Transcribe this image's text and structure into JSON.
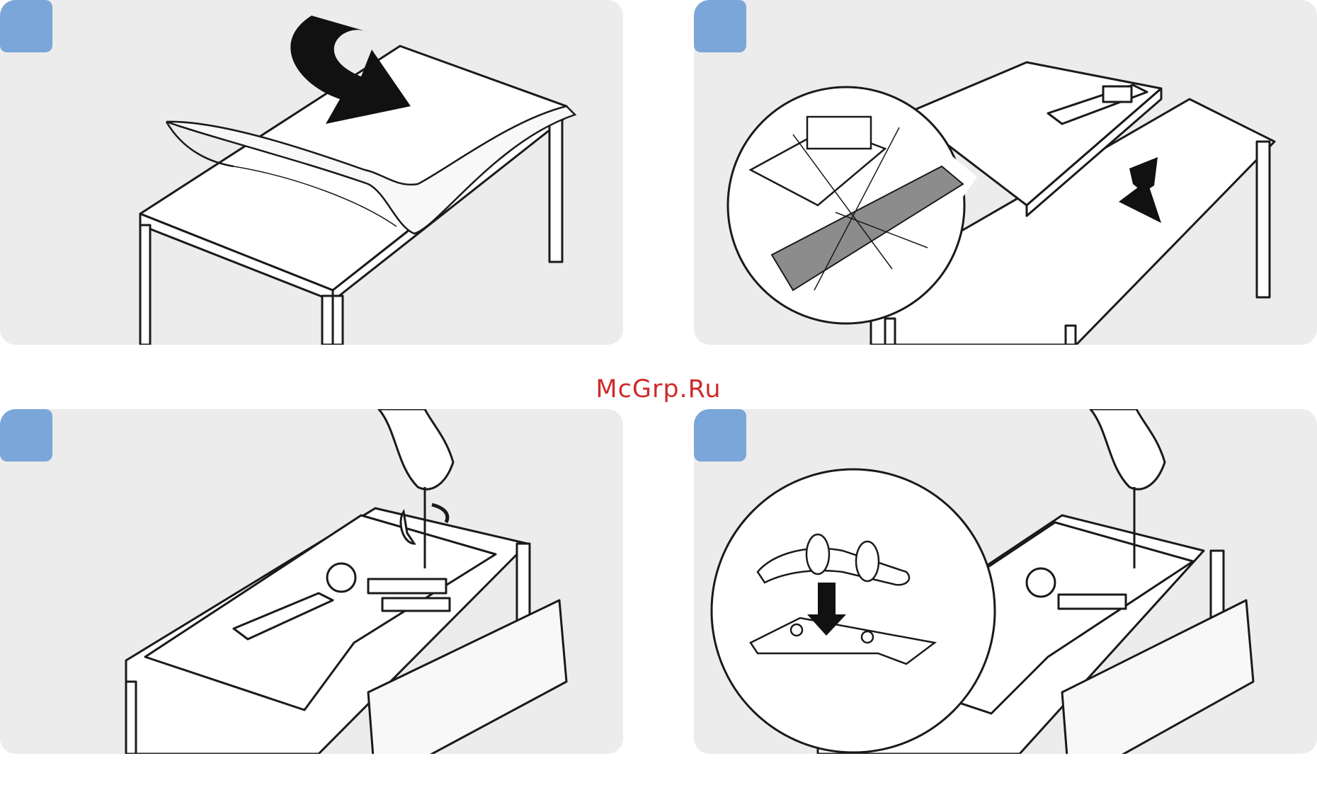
{
  "watermark": {
    "text": "McGrp.Ru"
  },
  "panels": [
    {
      "id": "step-1",
      "badge_color": "#7aa6da",
      "icon": "table-with-protective-sheet-illustration"
    },
    {
      "id": "step-2",
      "badge_color": "#7aa6da",
      "icon": "tv-face-down-on-table-illustration"
    },
    {
      "id": "step-3",
      "badge_color": "#7aa6da",
      "icon": "unscrew-stand-illustration"
    },
    {
      "id": "step-4",
      "badge_color": "#7aa6da",
      "icon": "attach-bracket-illustration"
    }
  ],
  "colors": {
    "panel_bg": "#ececec",
    "badge": "#7aa6da",
    "watermark": "#cc2b2b",
    "line": "#1a1a1a"
  }
}
